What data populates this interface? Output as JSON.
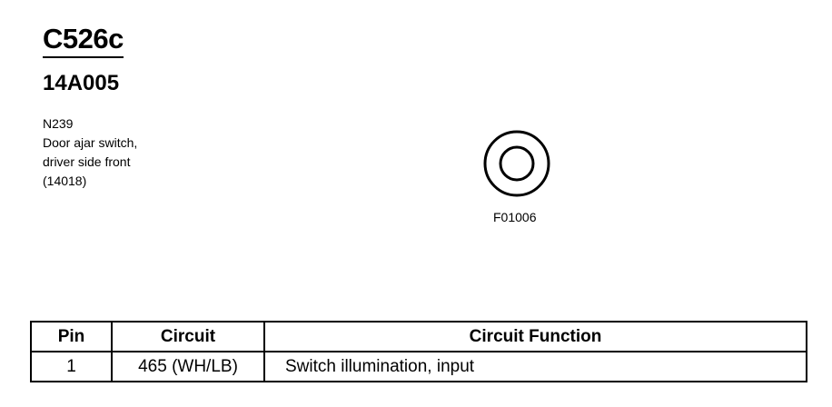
{
  "header": {
    "connector_id": "C526c",
    "part_number": "14A005"
  },
  "description": {
    "lines": [
      "N239",
      "Door ajar switch,",
      "driver side front",
      "(14018)"
    ]
  },
  "figure": {
    "code": "F01006",
    "icon": "connector-face-icon"
  },
  "table": {
    "headers": {
      "pin": "Pin",
      "circuit": "Circuit",
      "function": "Circuit Function"
    },
    "rows": [
      {
        "pin": "1",
        "circuit": "465 (WH/LB)",
        "function": "Switch illumination, input"
      }
    ]
  }
}
